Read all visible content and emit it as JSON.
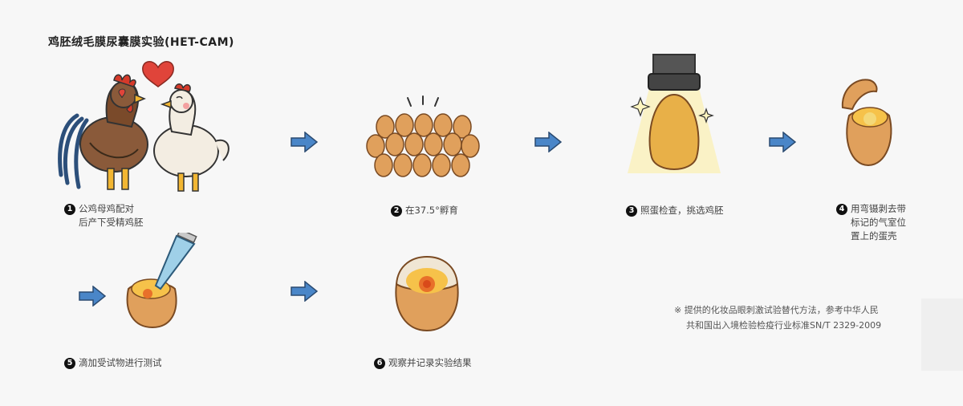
{
  "title": "鸡胚绒毛膜尿囊膜实验(HET-CAM)",
  "steps": [
    {
      "num": "1",
      "text": "公鸡母鸡配对\n后产下受精鸡胚"
    },
    {
      "num": "2",
      "text": "在37.5°孵育"
    },
    {
      "num": "3",
      "text": "照蛋检查，挑选鸡胚"
    },
    {
      "num": "4",
      "text": "用弯镊剥去带\n标记的气室位\n置上的蛋壳"
    },
    {
      "num": "5",
      "text": "滴加受试物进行测试"
    },
    {
      "num": "6",
      "text": "观察并记录实验结果"
    }
  ],
  "note": {
    "line1": "※ 提供的化妆品眼刺激试验替代方法，参考中华人民",
    "line2": "共和国出入境检验检疫行业标准SN/T 2329-2009"
  },
  "colors": {
    "arrow": "#4a86c8",
    "egg": "#e0a05c",
    "yolk": "#f6c24a",
    "heart": "#e0443a",
    "badge": "#111111"
  }
}
